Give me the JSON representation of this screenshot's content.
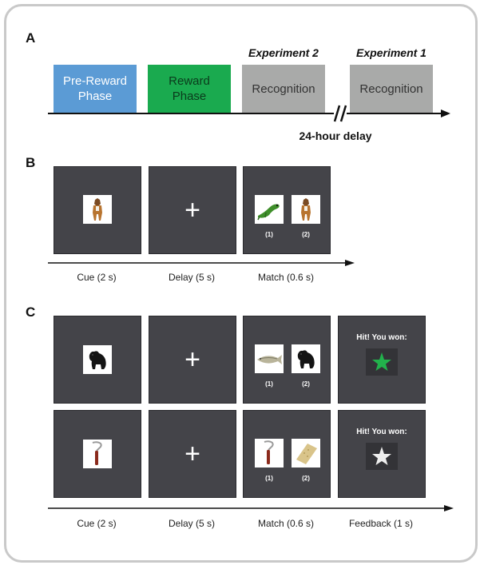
{
  "panels": {
    "a": "A",
    "b": "B",
    "c": "C"
  },
  "timeline_a": {
    "phases": [
      {
        "label_line1": "Pre-Reward",
        "label_line2": "Phase",
        "color": "#5b9bd5"
      },
      {
        "label_line1": "Reward",
        "label_line2": "Phase",
        "color": "#1aaa4f"
      },
      {
        "label_line1": "Recognition",
        "label_line2": "",
        "color": "#a9aaa9"
      },
      {
        "label_line1": "Recognition",
        "label_line2": "",
        "color": "#a9aaa9"
      }
    ],
    "experiment_2": "Experiment 2",
    "experiment_1": "Experiment 1",
    "break_mark": "//",
    "delay_label": "24-hour delay"
  },
  "panel_b": {
    "captions": [
      "Cue (2 s)",
      "Delay (5 s)",
      "Match (0.6 s)"
    ],
    "choice_labels": [
      "(1)",
      "(2)"
    ],
    "cross": "+",
    "stimuli": {
      "cue": "dog-image",
      "match": [
        "lizard-image",
        "dog-image"
      ]
    }
  },
  "panel_c": {
    "captions": [
      "Cue (2 s)",
      "Delay (5 s)",
      "Match (0.6 s)",
      "Feedback (1 s)"
    ],
    "choice_labels": [
      "(1)",
      "(2)"
    ],
    "cross": "+",
    "feedback_text": "Hit! You won:",
    "rows": [
      {
        "cue": "bear-image",
        "match": [
          "fish-image",
          "bear-image"
        ],
        "star_color": "#22b24c"
      },
      {
        "cue": "paint-scraper-image",
        "match": [
          "paint-scraper-image",
          "sponge-image"
        ],
        "star_color": "#eeeeee"
      }
    ]
  },
  "colors": {
    "screen": "#444449",
    "arrow": "#111111"
  }
}
